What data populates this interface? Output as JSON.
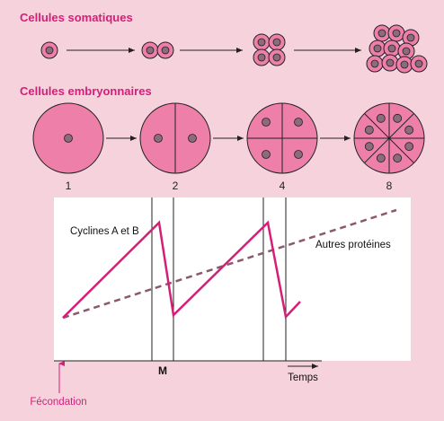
{
  "somatic": {
    "title": "Cellules somatiques"
  },
  "embryonic": {
    "title": "Cellules embryonnaires",
    "stages": [
      "1",
      "2",
      "4",
      "8"
    ]
  },
  "graph": {
    "cyclines_label": "Cyclines A et B",
    "autres_label": "Autres protéines",
    "m_label": "M",
    "temps_label": "Temps",
    "fecondation_label": "Fécondation"
  },
  "colors": {
    "background": "#f6d2dd",
    "accent": "#d41f78",
    "cell_fill": "#ee7fa8",
    "nucleus_fill": "#8c6b7a",
    "dashed_line": "#8a5a6a",
    "plot_area": "#ffffff"
  }
}
